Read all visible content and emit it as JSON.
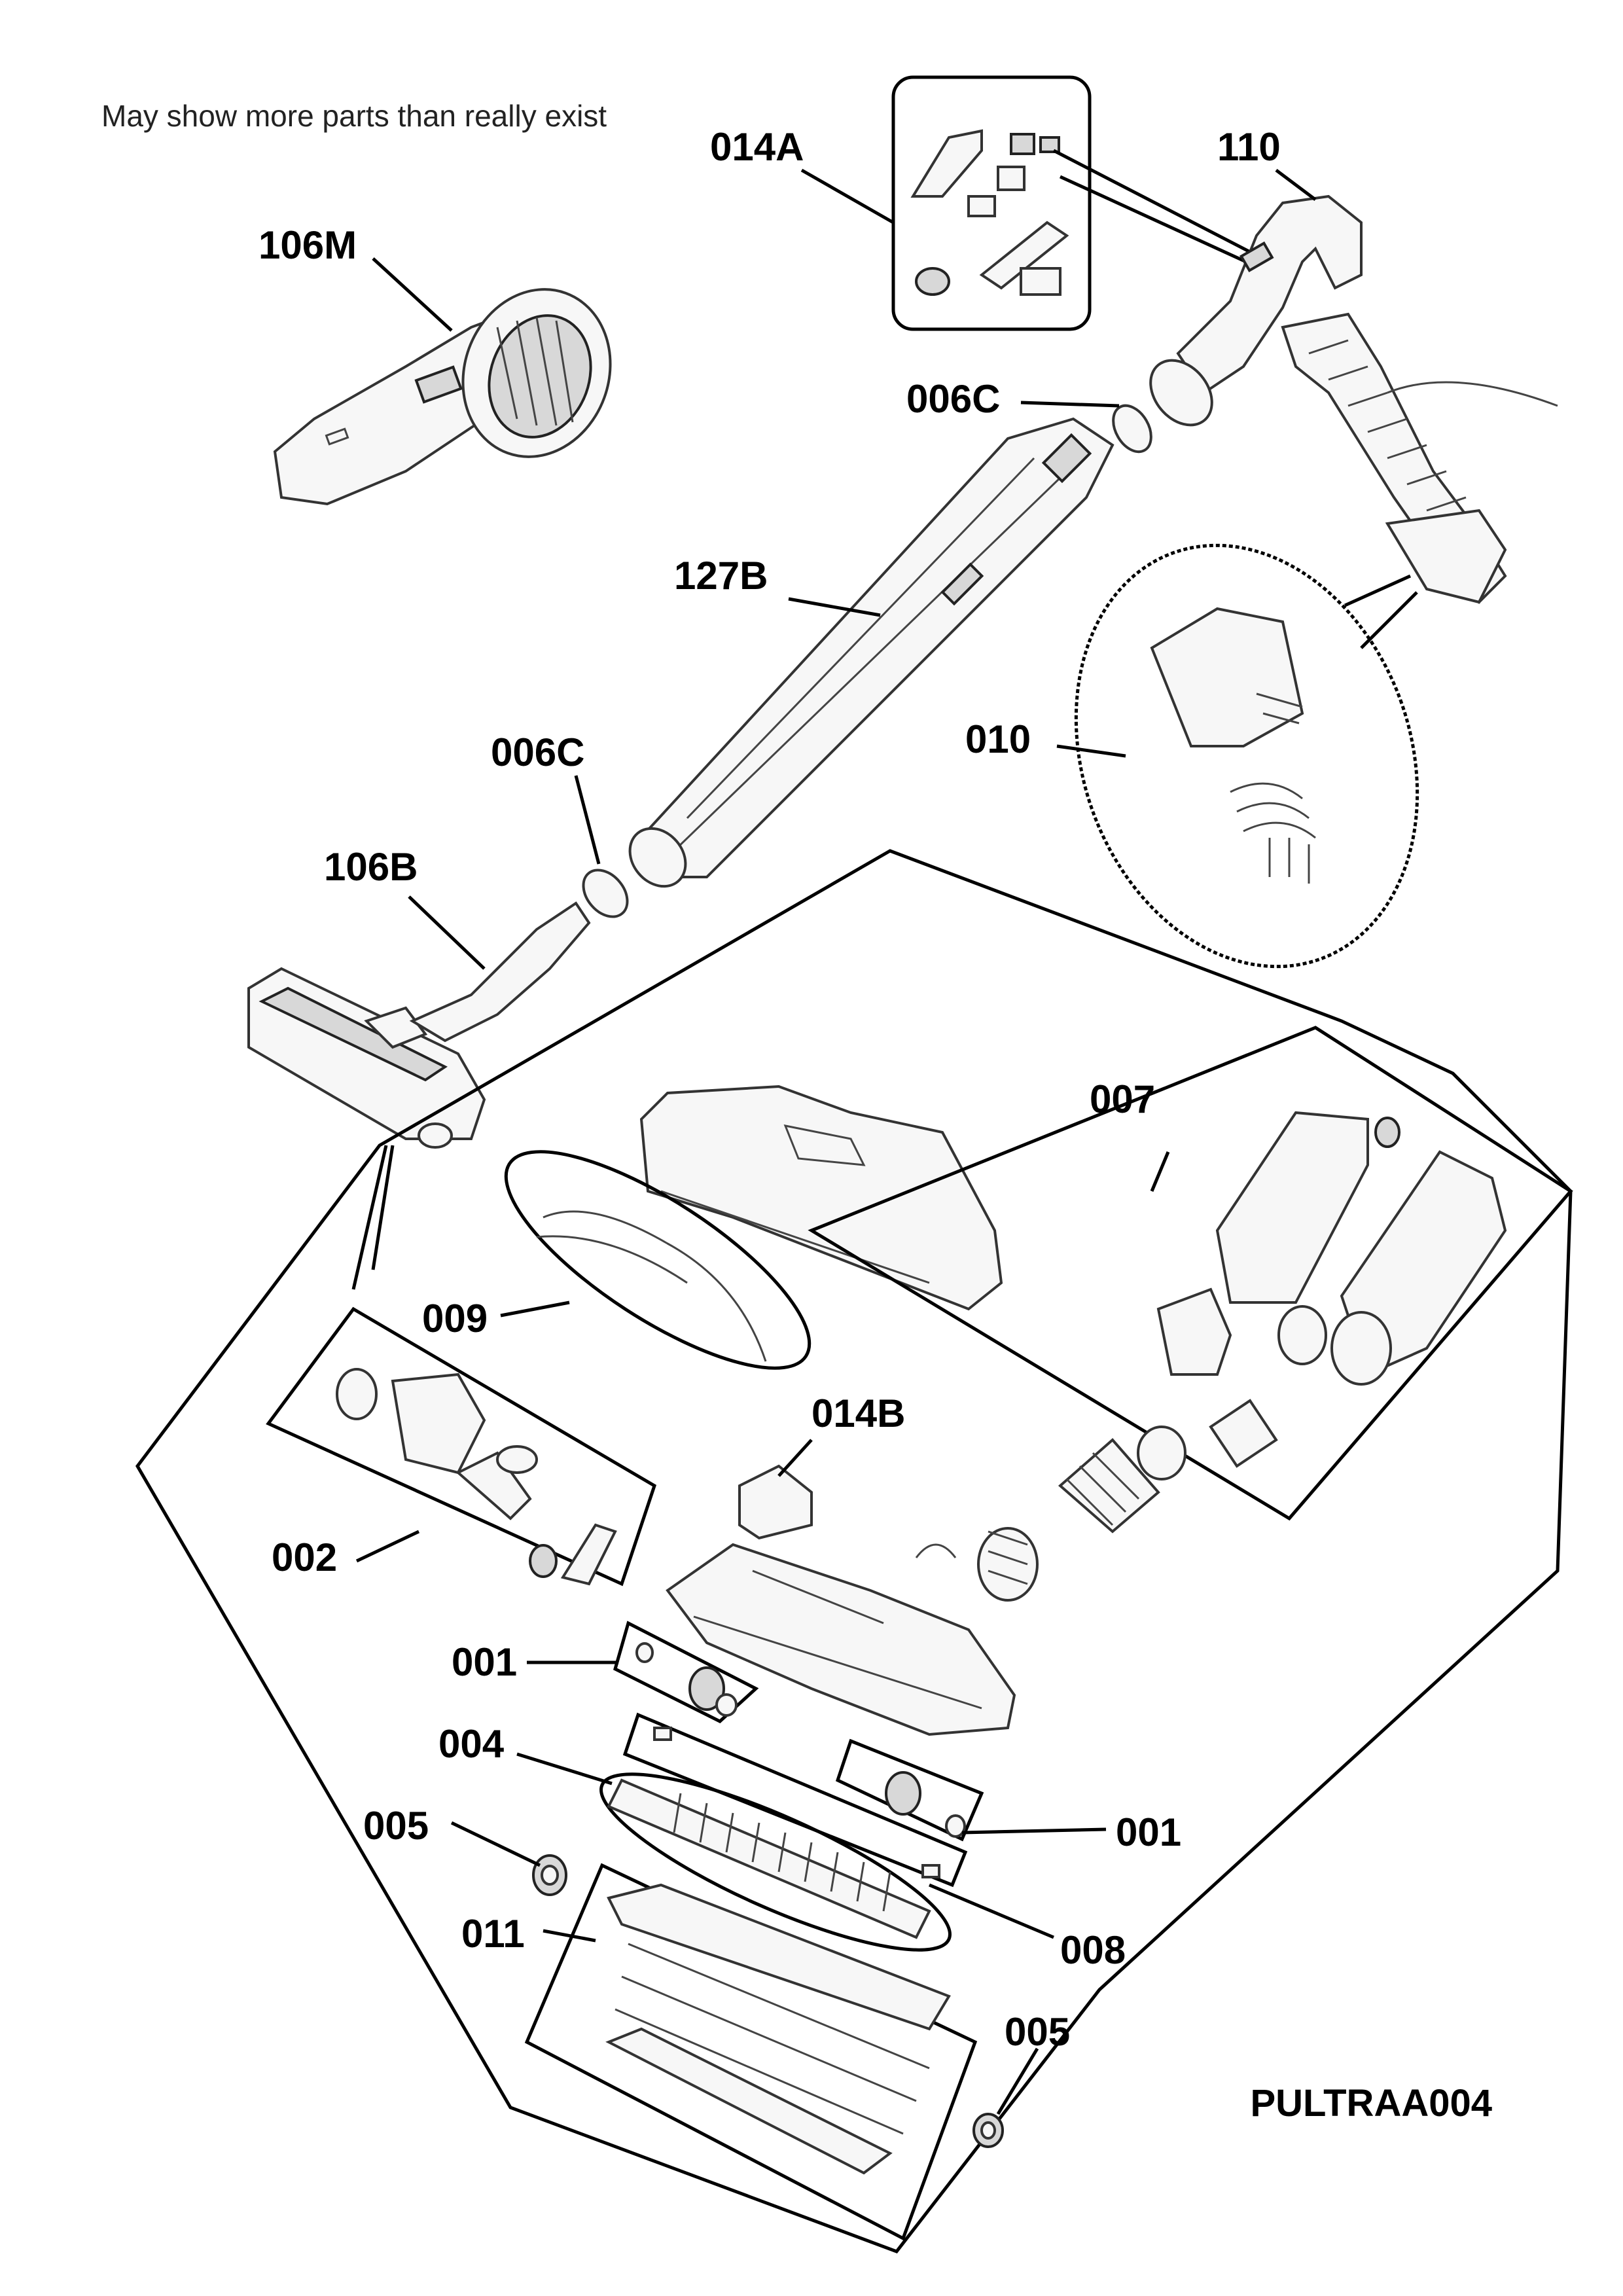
{
  "header": {
    "note": "May show more parts than really exist"
  },
  "footer": {
    "diagram_code": "PULTRAA004"
  },
  "labels": {
    "p106M": "106M",
    "p014A": "014A",
    "p110": "110",
    "p006C_top": "006C",
    "p127B": "127B",
    "p006C_mid": "006C",
    "p010": "010",
    "p106B": "106B",
    "p007": "007",
    "p009": "009",
    "p014B": "014B",
    "p002": "002",
    "p001_left": "001",
    "p004": "004",
    "p005_left": "005",
    "p001_right": "001",
    "p008": "008",
    "p011": "011",
    "p005_bottom": "005"
  }
}
